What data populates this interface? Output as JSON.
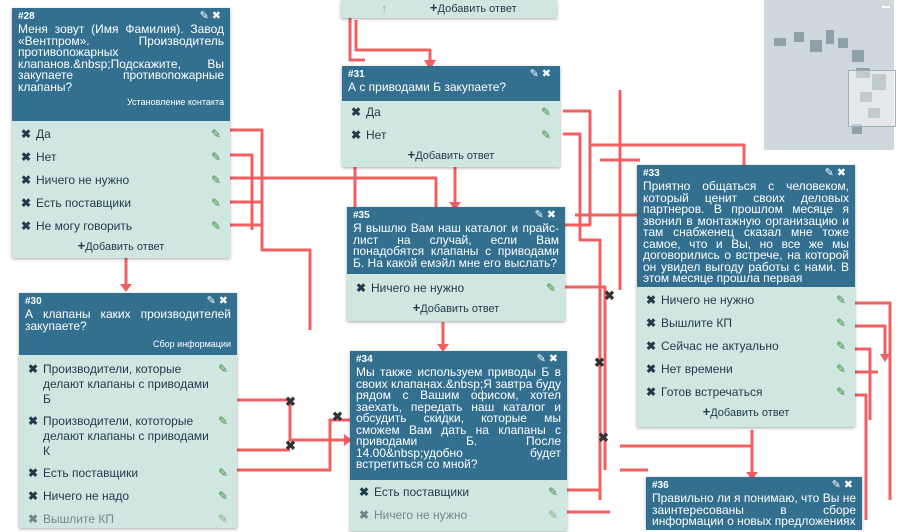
{
  "top_stub": {
    "arrow": "↑",
    "add_label": "Добавить ответ"
  },
  "nodes": {
    "n28": {
      "id": "#28",
      "text": "Меня зовут (Имя Фамилия). Завод «Вентпром». Производитель противопожарных клапанов.&nbsp;Подскажите, Вы закупаете противопожарные клапаны?",
      "tag": "Установление контакта",
      "answers": [
        "Да",
        "Нет",
        "Ничего не нужно",
        "Есть поставщики",
        "Не могу говорить"
      ],
      "add_label": "Добавить ответ"
    },
    "n31": {
      "id": "#31",
      "text": "А с приводами Б закупаете?",
      "answers": [
        "Да",
        "Нет"
      ],
      "add_label": "Добавить ответ"
    },
    "n35": {
      "id": "#35",
      "text": "Я вышлю Вам наш каталог и прайс-лист на случай, если Вам понадобятся клапаны с приводами Б. На какой емэйл мне его выслать?",
      "answers": [
        "Ничего не нужно"
      ],
      "add_label": "Добавить ответ"
    },
    "n33": {
      "id": "#33",
      "text": "Приятно общаться с человеком, который ценит своих деловых партнеров. В прошлом месяце я звонил в монтажную организацию и там снабженец сказал мне тоже самое, что и Вы, но все же мы договорились о встрече, на которой он увидел выгоду работы с нами. В этом месяце прошла первая",
      "answers": [
        "Ничего не нужно",
        "Вышлите КП",
        "Сейчас не актуально",
        "Нет времени",
        "Готов встречаться"
      ],
      "add_label": "Добавить ответ"
    },
    "n30": {
      "id": "#30",
      "text": "А клапаны каких производителей закупаете?",
      "tag": "Сбор информации",
      "answers": [
        "Производители, которые делают клапаны с приводами Б",
        "Производители, кототорые делают клапаны с приводами К",
        "Есть поставщики",
        "Ничего не надо",
        "Вышлите КП"
      ]
    },
    "n34": {
      "id": "#34",
      "text": "Мы также используем приводы Б в своих клапанах.&nbsp;Я завтра буду рядом с Вашим офисом, хотел заехать, передать наш каталог и обсудить скидки, которые мы сможем Вам дать на клапаны с приводами Б. После 14.00&nbsp;удобно будет встретиться со мной?",
      "answers": [
        "Есть поставщики",
        "Ничего не нужно"
      ]
    },
    "n36": {
      "id": "#36",
      "text": "Правильно ли я понимаю, что Вы не заинтересованы в сборе информации о новых предложениях"
    }
  },
  "icons": {
    "edit": "pencil-icon",
    "delete": "close-icon",
    "remove": "x-icon",
    "add": "plus-icon"
  },
  "colors": {
    "header": "#33708f",
    "body": "#cfe7e0",
    "link": "#f06060",
    "pen": "#3a8f3a"
  }
}
